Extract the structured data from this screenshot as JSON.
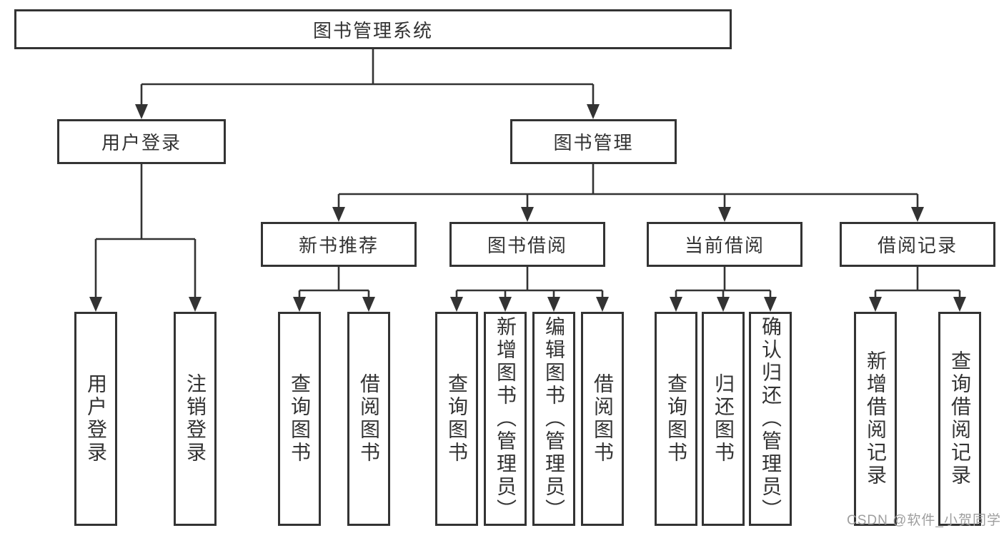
{
  "tree": {
    "label": "图书管理系统",
    "children": [
      {
        "label": "用户登录",
        "children": [
          {
            "label": "用户登录"
          },
          {
            "label": "注销登录"
          }
        ]
      },
      {
        "label": "图书管理",
        "children": [
          {
            "label": "新书推荐",
            "children": [
              {
                "label": "查询图书"
              },
              {
                "label": "借阅图书"
              }
            ]
          },
          {
            "label": "图书借阅",
            "children": [
              {
                "label": "查询图书"
              },
              {
                "label": "新增图书（管理员）"
              },
              {
                "label": "编辑图书（管理员）"
              },
              {
                "label": "借阅图书"
              }
            ]
          },
          {
            "label": "当前借阅",
            "children": [
              {
                "label": "查询图书"
              },
              {
                "label": "归还图书"
              },
              {
                "label": "确认归还（管理员）"
              }
            ]
          },
          {
            "label": "借阅记录",
            "children": [
              {
                "label": "新增借阅记录"
              },
              {
                "label": "查询借阅记录"
              }
            ]
          }
        ]
      }
    ]
  },
  "watermark": "CSDN @软件_小贺同学",
  "colors": {
    "line": "#333333",
    "text": "#333333",
    "box_background": "#ffffff",
    "watermark": "#9e9e9e",
    "background": "#ffffff"
  }
}
